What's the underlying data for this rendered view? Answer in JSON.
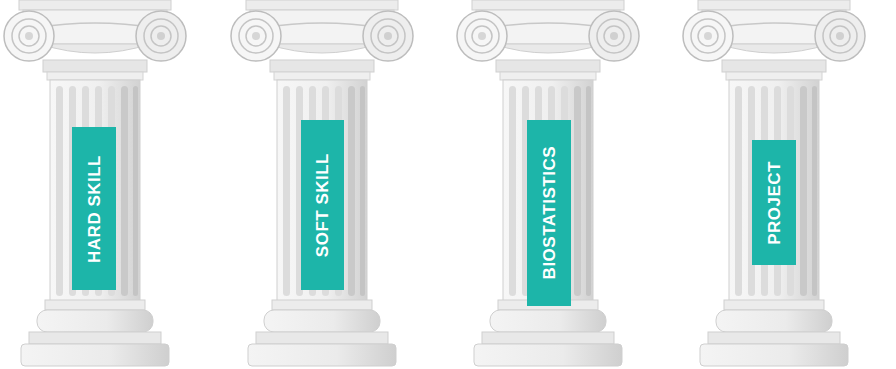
{
  "diagram": {
    "nodes": [
      {
        "text": [
          "HARD SKILL"
        ]
      },
      {
        "text": [
          "SOFT SKILL"
        ]
      },
      {
        "text": [
          "BIOSTATISTICS"
        ]
      },
      {
        "text": [
          "PROJECT"
        ]
      }
    ]
  }
}
